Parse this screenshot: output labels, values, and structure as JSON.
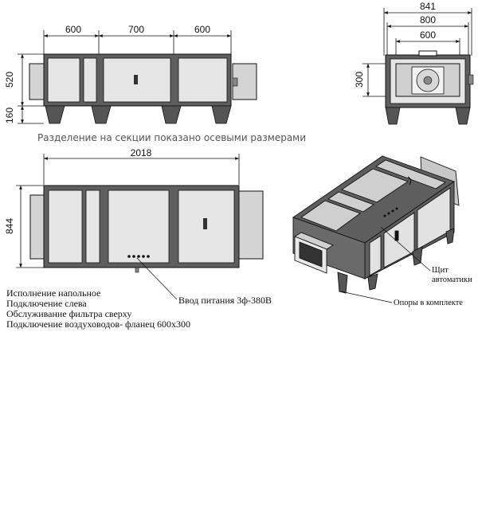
{
  "front_view": {
    "dims": {
      "s1": "600",
      "s2": "700",
      "s3": "600",
      "height": "520",
      "leg": "160"
    }
  },
  "end_view": {
    "dims": {
      "outer": "841",
      "middle": "800",
      "inner": "600",
      "duct": "300"
    }
  },
  "section_note": "Разделение на секции показано осевыми размерами",
  "plan_view": {
    "dims": {
      "length": "2018",
      "width": "844"
    }
  },
  "callouts": {
    "power": "Ввод питания 3ф-380В",
    "panel_line1": "Щит",
    "panel_line2": "автоматики",
    "supports": "Опоры в комплекте"
  },
  "notes": [
    "Исполнение напольное",
    "Подключение слева",
    "Обслуживание фильтра сверху",
    "Подключение воздуховодов- фланец 600х300"
  ],
  "colors": {
    "frame": "#5e5e5e",
    "panel": "#e6e6e6",
    "panel_top": "#cfcfcf",
    "line": "#111111"
  }
}
